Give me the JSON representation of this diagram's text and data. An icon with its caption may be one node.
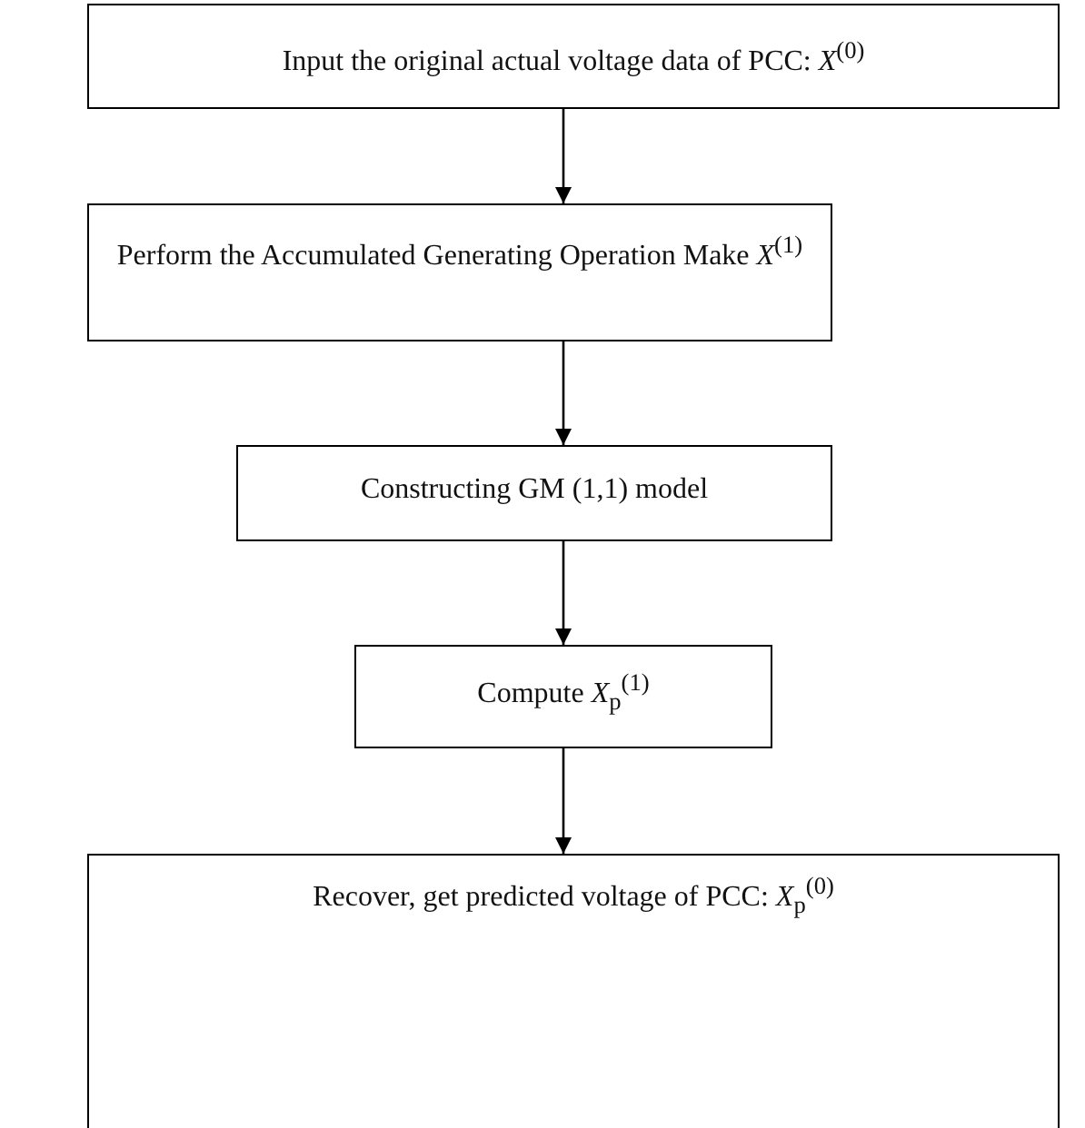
{
  "diagram": {
    "nodes": [
      {
        "text": [
          "Input the original actual voltage data of PCC:  *X*$^{(0)}$"
        ]
      },
      {
        "text": [
          "Perform the Accumulated Generating Operation Make *X*$^{(1)}$"
        ]
      },
      {
        "text": [
          "Constructing GM (1,1) model"
        ]
      },
      {
        "text": [
          "Compute *X*$_{p}$$^{(1)}$"
        ]
      },
      {
        "text": [
          "Recover, get predicted voltage of PCC: *X*$_{p}$$^{(0)}$"
        ]
      }
    ],
    "edges": [
      {
        "from": 0,
        "to": 1,
        "arrow": "to"
      },
      {
        "from": 1,
        "to": 2,
        "arrow": "to"
      },
      {
        "from": 2,
        "to": 3,
        "arrow": "to"
      },
      {
        "from": 3,
        "to": 4,
        "arrow": "to"
      }
    ]
  }
}
